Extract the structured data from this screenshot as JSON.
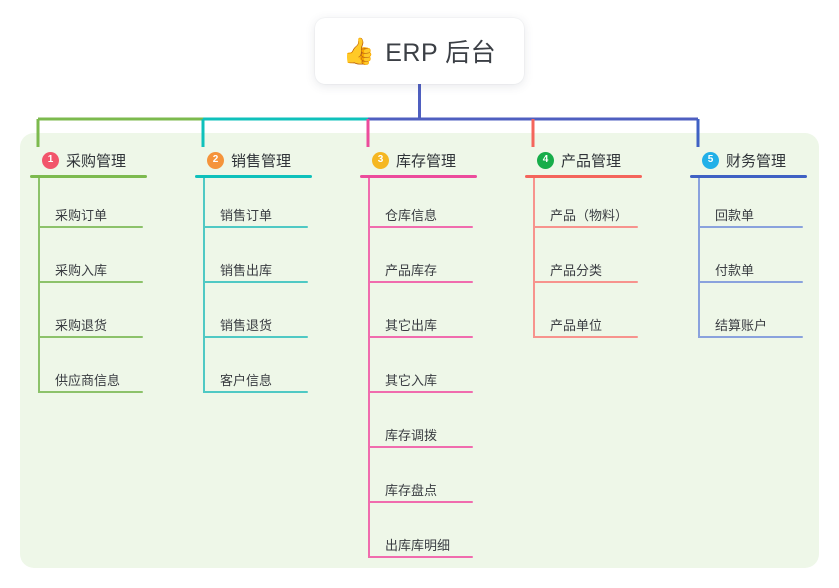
{
  "root": {
    "icon": "thumbs-up-emoji",
    "emoji": "👍",
    "title": "ERP 后台"
  },
  "panel": {
    "background": "#eef7e8"
  },
  "columns": [
    {
      "number": "1",
      "title": "采购管理",
      "badge_color": "#f2556b",
      "rule_color": "#7cba4e",
      "leaf_color": "#8cc26a",
      "connector_color": "#7cba4e",
      "items": [
        "采购订单",
        "采购入库",
        "采购退货",
        "供应商信息"
      ]
    },
    {
      "number": "2",
      "title": "销售管理",
      "badge_color": "#f5943b",
      "rule_color": "#0fc1bb",
      "leaf_color": "#4fc9c4",
      "connector_color": "#0fc1bb",
      "items": [
        "销售订单",
        "销售出库",
        "销售退货",
        "客户信息"
      ]
    },
    {
      "number": "3",
      "title": "库存管理",
      "badge_color": "#f5b722",
      "rule_color": "#ec4c9c",
      "leaf_color": "#f06cae",
      "connector_color": "#ec4c9c",
      "items": [
        "仓库信息",
        "产品库存",
        "其它出库",
        "其它入库",
        "库存调拨",
        "库存盘点",
        "出库库明细"
      ]
    },
    {
      "number": "4",
      "title": "产品管理",
      "badge_color": "#17ad4a",
      "rule_color": "#f4655c",
      "leaf_color": "#f7938d",
      "connector_color": "#f4655c",
      "items": [
        "产品（物料）",
        "产品分类",
        "产品单位"
      ]
    },
    {
      "number": "5",
      "title": "财务管理",
      "badge_color": "#22b0e8",
      "rule_color": "#3f61c4",
      "leaf_color": "#8aa2dd",
      "connector_color": "#3f61c4",
      "items": [
        "回款单",
        "付款单",
        "结算账户"
      ]
    }
  ],
  "trunk": {
    "color": "#4f5fc0"
  }
}
